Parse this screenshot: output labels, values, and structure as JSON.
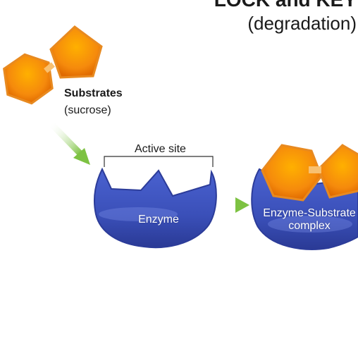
{
  "title": {
    "main": "LOCK and KEY",
    "sub": "(degradation)"
  },
  "substrates": {
    "label": "Substrates",
    "sublabel": "(sucrose)"
  },
  "active_site": {
    "label": "Active site"
  },
  "enzyme": {
    "label": "Enzyme"
  },
  "complex": {
    "label_line1": "Enzyme-Substrate",
    "label_line2": "complex"
  },
  "colors": {
    "substrate_orange": "#f5a01a",
    "enzyme_blue": "#3a4fb8",
    "arrow_green": "#7dc242"
  }
}
